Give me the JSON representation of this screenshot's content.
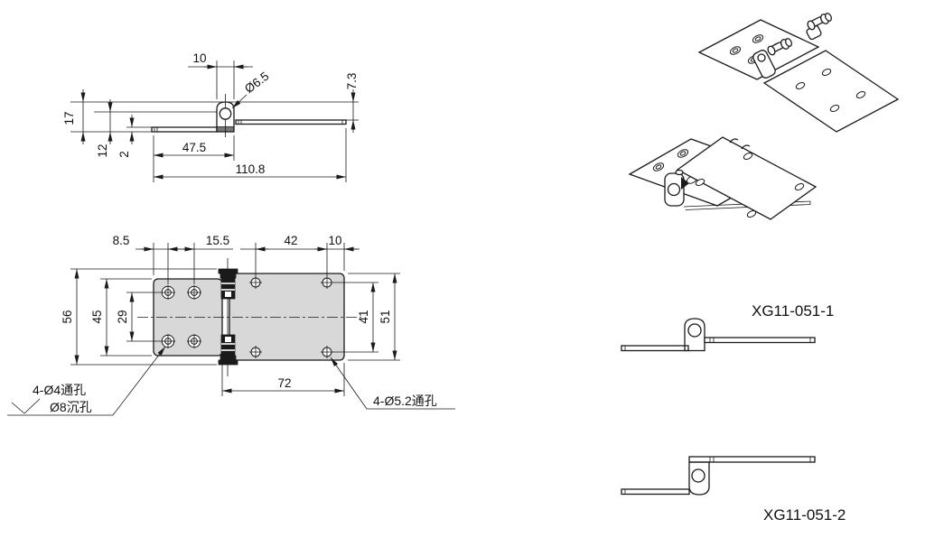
{
  "colors": {
    "background": "#ffffff",
    "line": "#1a1a1a",
    "plate_fill": "#d8d8d8",
    "knuckle_fill": "#e4e4e4",
    "dark_band": "#777777",
    "pin_black": "#1a1a1a"
  },
  "side_view": {
    "dim_top_width": "10",
    "dim_hole_dia": "Ø6.5",
    "dim_right_offset": "7.3",
    "dim_height": "17",
    "dim_mid_height": "12",
    "dim_thickness": "2",
    "dim_left_length": "47.5",
    "dim_total_length": "110.8"
  },
  "plan_view": {
    "dim_edge_to_hole": "8.5",
    "dim_hole_pitch_x": "15.5",
    "dim_right_pitch_x": "42",
    "dim_right_edge": "10",
    "dim_total_height": "56",
    "dim_left_plate_height": "45",
    "dim_left_pitch_y": "29",
    "dim_right_pitch_y": "41",
    "dim_right_plate_height": "51",
    "dim_right_length": "72",
    "note_left_line1": "4-Ø4通孔",
    "note_left_line2": "Ø8沉孔",
    "note_right": "4-Ø5.2通孔"
  },
  "parts": {
    "part1_label": "XG11-051-1",
    "part2_label": "XG11-051-2"
  }
}
